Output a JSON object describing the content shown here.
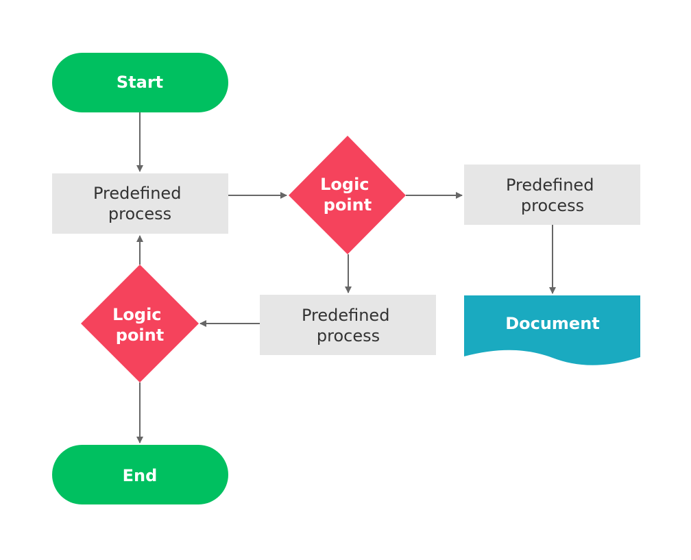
{
  "nodes": {
    "start": {
      "label": "Start"
    },
    "process1": {
      "line1": "Predefined",
      "line2": "process"
    },
    "decision1": {
      "line1": "Logic",
      "line2": "point"
    },
    "process2": {
      "line1": "Predefined",
      "line2": "process"
    },
    "document": {
      "label": "Document"
    },
    "process3": {
      "line1": "Predefined",
      "line2": "process"
    },
    "decision2": {
      "line1": "Logic",
      "line2": "point"
    },
    "end": {
      "label": "End"
    }
  },
  "colors": {
    "terminal": "#00c060",
    "process": "#e6e6e6",
    "decision": "#f5435c",
    "document": "#1aaac0",
    "connector": "#666666",
    "process_text": "#333333"
  }
}
